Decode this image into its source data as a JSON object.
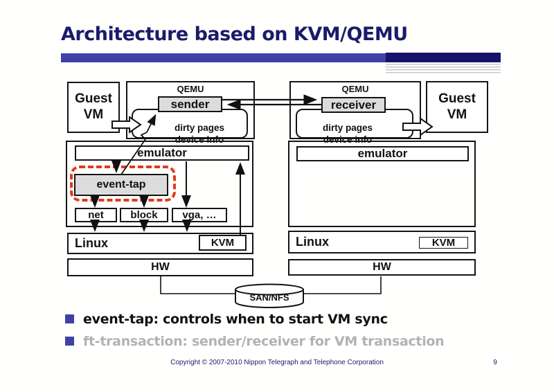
{
  "slide": {
    "title": "Architecture based on KVM/QEMU",
    "footer": "Copyright © 2007-2010 Nippon Telegraph and Telephone Corporation",
    "page_number": "9"
  },
  "colors": {
    "title_text": "#1b1b6b",
    "bar_left": "#4040a8",
    "bar_right": "#14146a",
    "stripe_gray": "#c9c9c9",
    "box_gray_fill": "#dcdcdc",
    "red_dash": "#e03a1e",
    "bullet_square": "#4040a8",
    "bullet2_text": "#b2b2b2"
  },
  "diagram": {
    "left": {
      "guest_vm": "Guest VM",
      "qemu_label": "QEMU",
      "sender_label": "sender",
      "buffer_line1": "dirty pages",
      "buffer_line2": "device Info",
      "emulator_label": "emulator",
      "event_tap_label": "event-tap",
      "net_label": "net",
      "block_label": "block",
      "vga_label": "vga, …",
      "linux_label": "Linux",
      "kvm_label": "KVM",
      "hw_label": "HW"
    },
    "right": {
      "guest_vm": "Guest VM",
      "qemu_label": "QEMU",
      "receiver_label": "receiver",
      "buffer_line1": "dirty pages",
      "buffer_line2": "device info",
      "emulator_label": "emulator",
      "linux_label": "Linux",
      "kvm_label": "KVM",
      "hw_label": "HW"
    },
    "storage_label": "SAN/NFS"
  },
  "bullets": [
    {
      "text": "event-tap: controls when to start VM sync"
    },
    {
      "text": "ft-transaction: sender/receiver for VM transaction"
    }
  ]
}
